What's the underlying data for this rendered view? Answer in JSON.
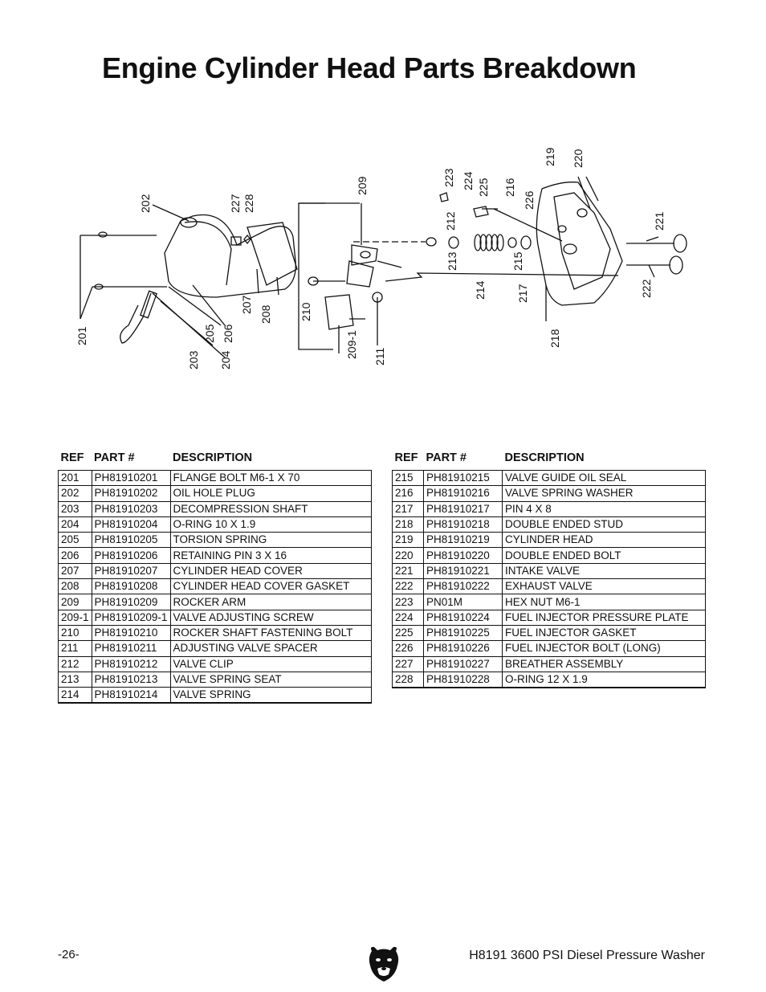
{
  "header": {
    "title": "Engine Cylinder Head Parts Breakdown"
  },
  "diagram": {
    "callouts": [
      "201",
      "202",
      "203",
      "204",
      "205",
      "206",
      "207",
      "208",
      "209",
      "209-1",
      "210",
      "211",
      "212",
      "213",
      "214",
      "215",
      "216",
      "217",
      "218",
      "219",
      "220",
      "221",
      "222",
      "223",
      "224",
      "225",
      "226",
      "227",
      "228"
    ]
  },
  "table": {
    "columns": {
      "ref": "REF",
      "part": "PART #",
      "description": "DESCRIPTION"
    },
    "left_rows": [
      [
        "201",
        "PH81910201",
        "FLANGE BOLT M6-1 X 70"
      ],
      [
        "202",
        "PH81910202",
        "OIL HOLE PLUG"
      ],
      [
        "203",
        "PH81910203",
        "DECOMPRESSION SHAFT"
      ],
      [
        "204",
        "PH81910204",
        "O-RING 10 X 1.9"
      ],
      [
        "205",
        "PH81910205",
        "TORSION SPRING"
      ],
      [
        "206",
        "PH81910206",
        "RETAINING PIN 3 X 16"
      ],
      [
        "207",
        "PH81910207",
        "CYLINDER HEAD COVER"
      ],
      [
        "208",
        "PH81910208",
        "CYLINDER HEAD COVER GASKET"
      ],
      [
        "209",
        "PH81910209",
        "ROCKER ARM"
      ],
      [
        "209-1",
        "PH81910209-1",
        "VALVE  ADJUSTING SCREW"
      ],
      [
        "210",
        "PH81910210",
        "ROCKER SHAFT FASTENING BOLT"
      ],
      [
        "211",
        "PH81910211",
        "ADJUSTING VALVE SPACER"
      ],
      [
        "212",
        "PH81910212",
        "VALVE CLIP"
      ],
      [
        "213",
        "PH81910213",
        "VALVE SPRING SEAT"
      ],
      [
        "214",
        "PH81910214",
        "VALVE SPRING"
      ]
    ],
    "right_rows": [
      [
        "215",
        "PH81910215",
        "VALVE GUIDE OIL SEAL"
      ],
      [
        "216",
        "PH81910216",
        "VALVE SPRING WASHER"
      ],
      [
        "217",
        "PH81910217",
        "PIN 4 X 8"
      ],
      [
        "218",
        "PH81910218",
        "DOUBLE ENDED STUD"
      ],
      [
        "219",
        "PH81910219",
        "CYLINDER HEAD"
      ],
      [
        "220",
        "PH81910220",
        "DOUBLE ENDED BOLT"
      ],
      [
        "221",
        "PH81910221",
        "INTAKE VALVE"
      ],
      [
        "222",
        "PH81910222",
        "EXHAUST VALVE"
      ],
      [
        "223",
        "PN01M",
        "HEX NUT M6-1"
      ],
      [
        "224",
        "PH81910224",
        "FUEL INJECTOR PRESSURE PLATE"
      ],
      [
        "225",
        "PH81910225",
        "FUEL INJECTOR GASKET"
      ],
      [
        "226",
        "PH81910226",
        "FUEL INJECTOR BOLT (LONG)"
      ],
      [
        "227",
        "PH81910227",
        "BREATHER ASSEMBLY"
      ],
      [
        "228",
        "PH81910228",
        "O-RING 12 X 1.9"
      ]
    ]
  },
  "footer": {
    "page_number": "-26-",
    "document_title": "H8191 3600 PSI Diesel Pressure Washer",
    "logo_icon": "bear-head-icon"
  }
}
